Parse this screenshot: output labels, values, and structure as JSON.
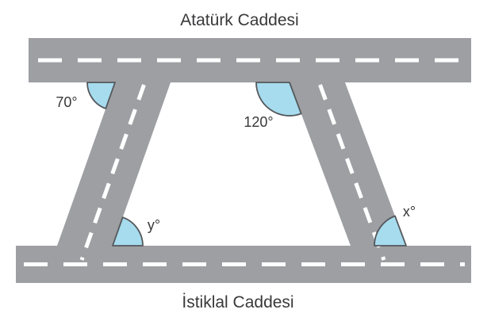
{
  "diagram": {
    "top_street": "Atatürk Caddesi",
    "bottom_street": "İstiklal Caddesi",
    "angle_labels": {
      "top_left": "70°",
      "top_right": "120°",
      "bottom_left": "y°",
      "bottom_right": "x°"
    }
  },
  "colors": {
    "road": "#9d9fa3",
    "lane_marking": "#ffffff",
    "angle_fill": "#a6dcee",
    "angle_stroke": "#55585c",
    "text": "#39393b"
  }
}
